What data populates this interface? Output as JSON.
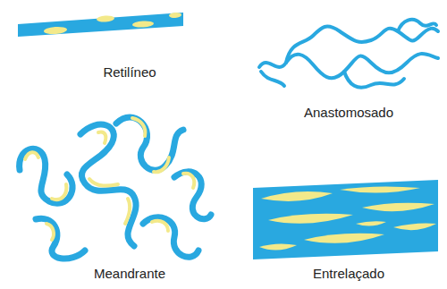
{
  "diagram": {
    "labels": [
      "Retilíneo",
      "Anastomosado",
      "Meandrante",
      "Entrelaçado"
    ]
  }
}
